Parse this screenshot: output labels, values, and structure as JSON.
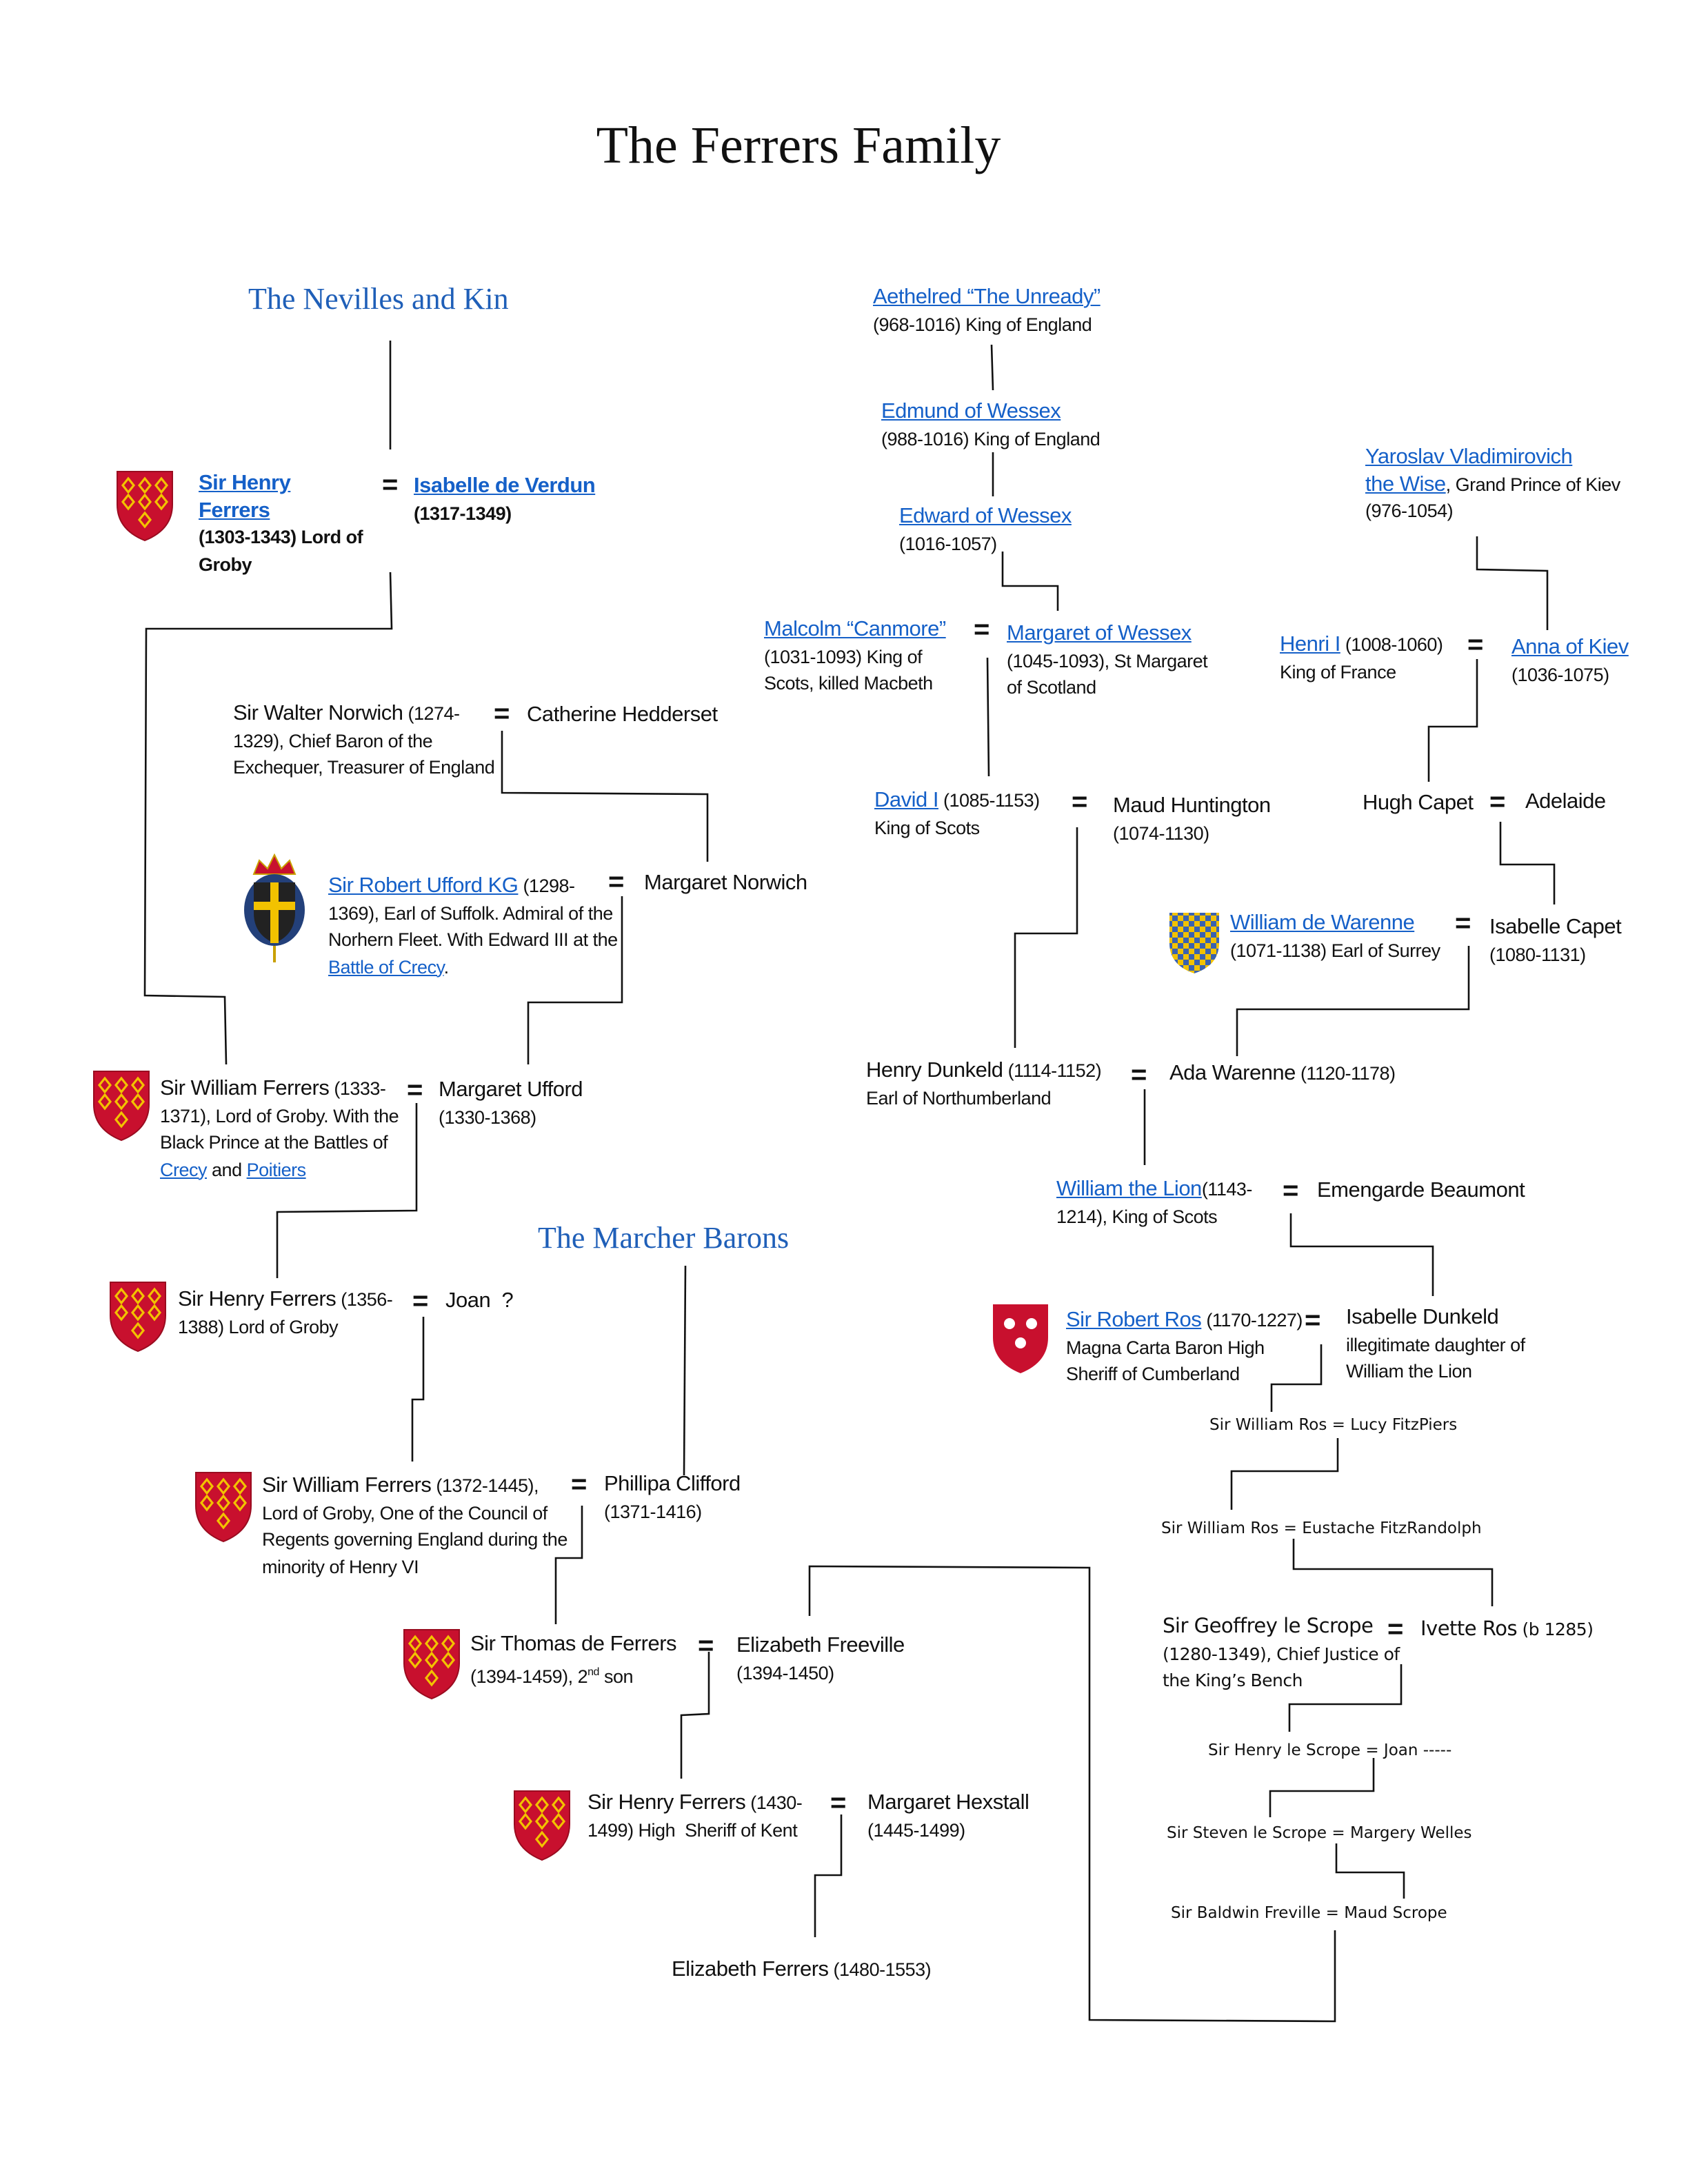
{
  "title": "The Ferrers Family",
  "sections": {
    "nevilles": "The Nevilles and Kin",
    "marcher": "The Marcher Barons"
  },
  "eq": "=",
  "left": {
    "henry1303": {
      "name": "Sir Henry Ferrers",
      "desc": "(1303-1343) Lord of Groby"
    },
    "isabelle_verdun": {
      "name": "Isabelle de Verdun",
      "desc": "(1317-1349)"
    },
    "walter_norwich": {
      "name": "Sir Walter Norwich",
      "desc": " (1274-1329), Chief Baron of the Exchequer, Treasurer of England"
    },
    "catherine": {
      "name": "Catherine Hedderset"
    },
    "robert_ufford": {
      "name": "Sir Robert Ufford KG",
      "desc": " (1298-1369), Earl of Suffolk. Admiral of the Norhern Fleet. With Edward III at the ",
      "link": "Battle of Crecy",
      "end": "."
    },
    "margaret_norwich": {
      "name": "Margaret Norwich"
    },
    "william1333": {
      "name": "Sir William Ferrers",
      "desc": " (1333-1371), Lord of Groby. With the Black Prince at the Battles of ",
      "link1": "Crecy",
      "mid": " and ",
      "link2": "Poitiers"
    },
    "margaret_ufford": {
      "name": "Margaret Ufford",
      "desc": "(1330-1368)"
    },
    "henry1356": {
      "name": "Sir Henry Ferrers",
      "desc": " (1356-1388) Lord of Groby"
    },
    "joan": {
      "name": "Joan  ?"
    },
    "william1372": {
      "name": "Sir William Ferrers",
      "desc": " (1372-1445), Lord of Groby, One of the Council of Regents governing England during the minority of Henry VI"
    },
    "phillipa": {
      "name": "Phillipa Clifford",
      "desc": "(1371-1416)"
    },
    "thomas": {
      "name": "Sir Thomas de Ferrers",
      "desc": "(1394-1459), 2",
      "sup": "nd",
      "end": " son"
    },
    "elizabeth_freeville": {
      "name": "Elizabeth Freeville",
      "desc": "(1394-1450)"
    },
    "henry1430": {
      "name": "Sir Henry Ferrers",
      "desc": " (1430-1499) High  Sheriff of Kent"
    },
    "margaret_hexstall": {
      "name": "Margaret Hexstall",
      "desc": "(1445-1499)"
    },
    "elizabeth_ferrers": {
      "name": "Elizabeth Ferrers",
      "desc": " (1480-1553)"
    }
  },
  "right": {
    "aethelred": {
      "name": "Aethelred “The Unready”",
      "desc": "(968-1016) King of England"
    },
    "edmund": {
      "name": "Edmund of Wessex",
      "desc": "(988-1016) King of England"
    },
    "edward": {
      "name": "Edward of Wessex",
      "desc": "(1016-1057)"
    },
    "malcolm": {
      "name": "Malcolm “Canmore”",
      "desc": "(1031-1093) King of Scots, killed Macbeth"
    },
    "margaret_wessex": {
      "name": "Margaret of Wessex",
      "desc": "(1045-1093), St Margaret of Scotland"
    },
    "yaroslav": {
      "name1": "Yaroslav Vladimirovich",
      "name2": "the Wise",
      "desc": ", Grand Prince of Kiev (976-1054)"
    },
    "henri": {
      "name": "Henri I",
      "desc": " (1008-1060) King of France"
    },
    "anna": {
      "name": "Anna of Kiev",
      "desc": "(1036-1075)"
    },
    "david": {
      "name": "David I",
      "desc": " (1085-1153) King of Scots"
    },
    "maud_huntington": {
      "name": "Maud Huntington",
      "desc": "(1074-1130)"
    },
    "hugh": {
      "name": "Hugh Capet"
    },
    "adelaide": {
      "name": "Adelaide"
    },
    "warenne": {
      "name": "William de Warenne",
      "desc": "(1071-1138) Earl of Surrey"
    },
    "isabelle_capet": {
      "name": "Isabelle Capet",
      "desc": "(1080-1131)"
    },
    "henry_dunkeld": {
      "name": "Henry Dunkeld",
      "desc": " (1114-1152)",
      "desc2": "Earl of Northumberland"
    },
    "ada": {
      "name": "Ada Warenne",
      "desc": " (1120-1178)"
    },
    "william_lion": {
      "name": "William the Lion",
      "desc": "(1143-1214), King of Scots"
    },
    "emengarde": {
      "name": "Emengarde Beaumont"
    },
    "robert_ros": {
      "name": "Sir Robert Ros",
      "desc": " (1170-1227) Magna Carta Baron High Sheriff of Cumberland"
    },
    "isabelle_dunkeld": {
      "name": "Isabelle Dunkeld",
      "desc": "illegitimate daughter of William the Lion"
    },
    "ros1": "Sir William Ros = Lucy FitzPiers",
    "ros2": "Sir William Ros = Eustache FitzRandolph",
    "geoffrey": {
      "name": "Sir Geoffrey le Scrope",
      "desc": "(1280-1349), Chief Justice of the King’s Bench"
    },
    "ivette": {
      "name": "Ivette Ros",
      "desc": " (b 1285)"
    },
    "scrope1": "Sir Henry le Scrope = Joan -----",
    "scrope2": "Sir Steven le Scrope = Margery Welles",
    "freville": "Sir Baldwin Freville = Maud Scrope"
  },
  "colors": {
    "link": "#1560c8",
    "shield_red": "#c8102e",
    "shield_gold": "#f2c200"
  }
}
